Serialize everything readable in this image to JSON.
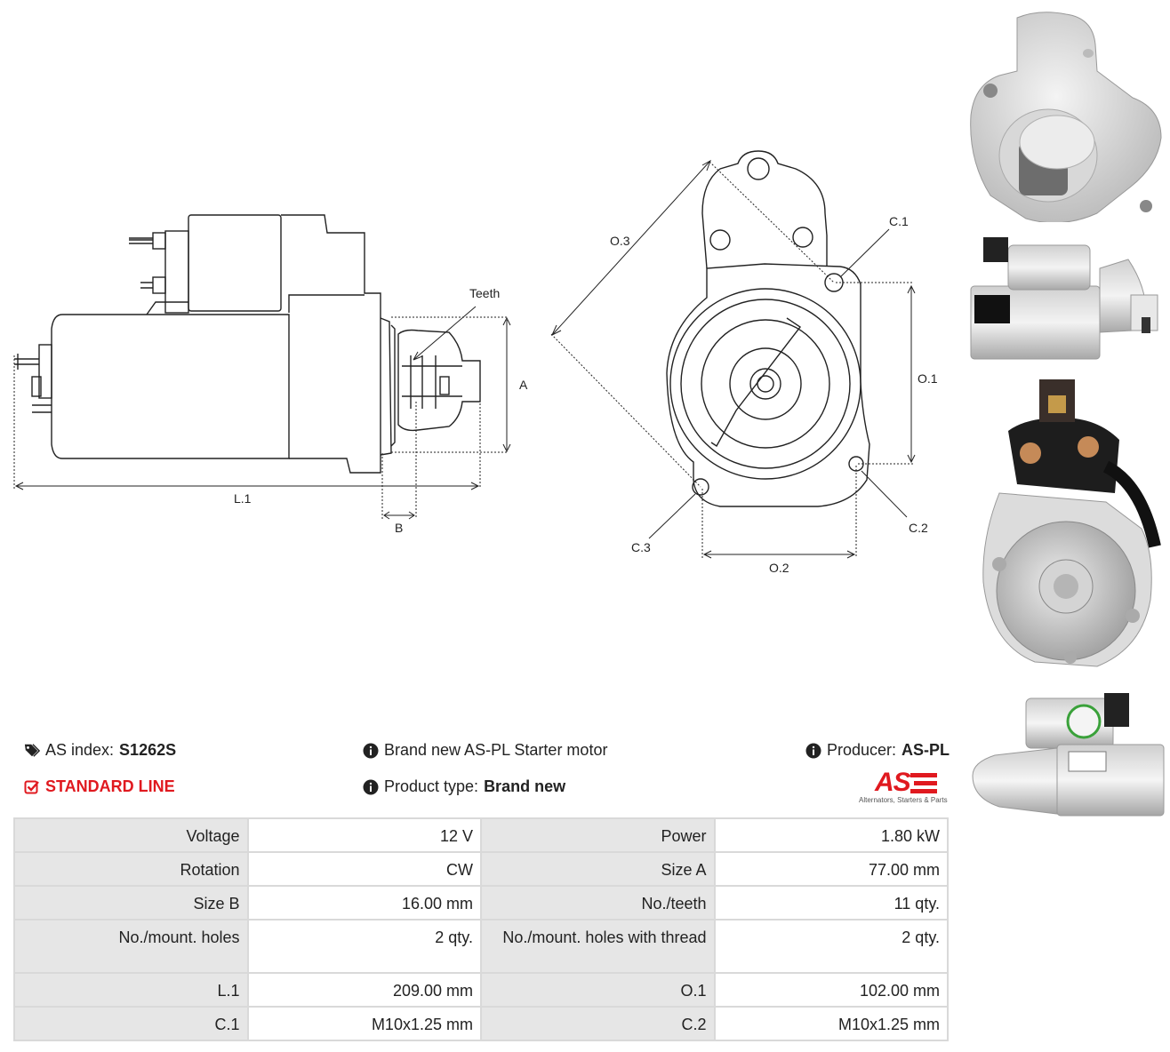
{
  "drawing": {
    "side_labels": {
      "teeth": "Teeth",
      "a": "A",
      "l1": "L.1",
      "b": "B"
    },
    "front_labels": {
      "o3": "O.3",
      "c1": "C.1",
      "o1": "O.1",
      "c2": "C.2",
      "c3": "C.3",
      "o2": "O.2"
    }
  },
  "header": {
    "as_index_label": "AS index:",
    "as_index_value": "S1262S",
    "line": "STANDARD LINE",
    "description": "Brand new AS-PL Starter motor",
    "product_type_label": "Product type:",
    "product_type_value": "Brand new",
    "producer_label": "Producer:",
    "producer_value": "AS-PL",
    "logo_text": "AS",
    "logo_tagline": "Alternators, Starters & Parts",
    "accent_color": "#e0191f"
  },
  "specs": [
    [
      {
        "label": "Voltage",
        "value": "12 V"
      },
      {
        "label": "Power",
        "value": "1.80 kW"
      }
    ],
    [
      {
        "label": "Rotation",
        "value": "CW"
      },
      {
        "label": "Size A",
        "value": "77.00 mm"
      }
    ],
    [
      {
        "label": "Size B",
        "value": "16.00 mm"
      },
      {
        "label": "No./teeth",
        "value": "11 qty."
      }
    ],
    [
      {
        "label": "No./mount. holes",
        "value": "2 qty."
      },
      {
        "label": "No./mount. holes with thread",
        "value": "2 qty."
      }
    ],
    [
      {
        "label": "L.1",
        "value": "209.00 mm"
      },
      {
        "label": "O.1",
        "value": "102.00 mm"
      }
    ],
    [
      {
        "label": "C.1",
        "value": "M10x1.25 mm"
      },
      {
        "label": "C.2",
        "value": "M10x1.25 mm"
      }
    ]
  ],
  "photos": [
    "product-photo-rear",
    "product-photo-side",
    "product-photo-solenoid-end",
    "product-photo-label-side"
  ]
}
